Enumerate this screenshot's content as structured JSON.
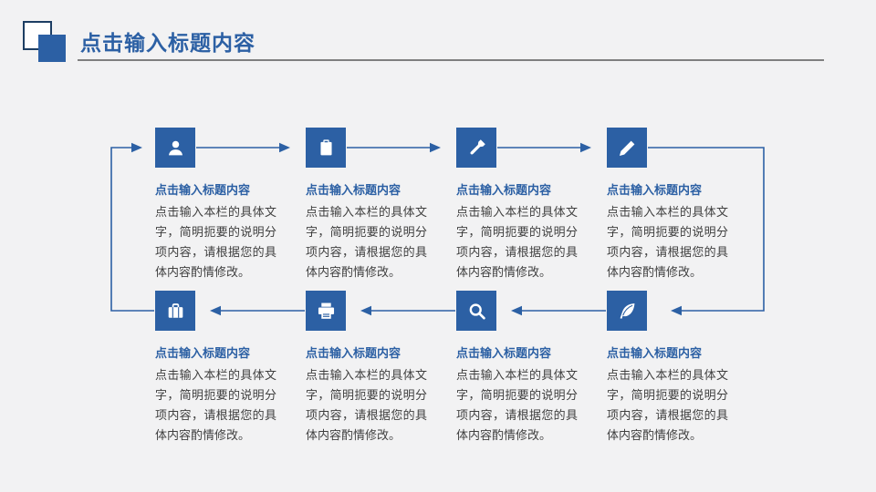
{
  "header": {
    "title": "点击输入标题内容"
  },
  "items": [
    {
      "icon": "user-icon",
      "title": "点击输入标题内容",
      "body": "点击输入本栏的具体文字，简明扼要的说明分项内容，请根据您的具体内容酌情修改。"
    },
    {
      "icon": "clipboard-icon",
      "title": "点击输入标题内容",
      "body": "点击输入本栏的具体文字，简明扼要的说明分项内容，请根据您的具体内容酌情修改。"
    },
    {
      "icon": "flashlight-icon",
      "title": "点击输入标题内容",
      "body": "点击输入本栏的具体文字，简明扼要的说明分项内容，请根据您的具体内容酌情修改。"
    },
    {
      "icon": "pencil-icon",
      "title": "点击输入标题内容",
      "body": "点击输入本栏的具体文字，简明扼要的说明分项内容，请根据您的具体内容酌情修改。"
    },
    {
      "icon": "briefcase-icon",
      "title": "点击输入标题内容",
      "body": "点击输入本栏的具体文字，简明扼要的说明分项内容，请根据您的具体内容酌情修改。"
    },
    {
      "icon": "printer-icon",
      "title": "点击输入标题内容",
      "body": "点击输入本栏的具体文字，简明扼要的说明分项内容，请根据您的具体内容酌情修改。"
    },
    {
      "icon": "search-icon",
      "title": "点击输入标题内容",
      "body": "点击输入本栏的具体文字，简明扼要的说明分项内容，请根据您的具体内容酌情修改。"
    },
    {
      "icon": "feather-icon",
      "title": "点击输入标题内容",
      "body": "点击输入本栏的具体文字，简明扼要的说明分项内容，请根据您的具体内容酌情修改。"
    }
  ],
  "flow": {
    "pattern": "closed loop: top row left-to-right, bottom row right-to-left"
  },
  "colors": {
    "accent_blue": "#2c60a4",
    "deco_outline_blue": "#1d3e63",
    "body_text": "#3f3f3f",
    "background": "#f2f2f3",
    "header_rule": "#7f7f7f",
    "icon_glyph": "#ffffff"
  }
}
